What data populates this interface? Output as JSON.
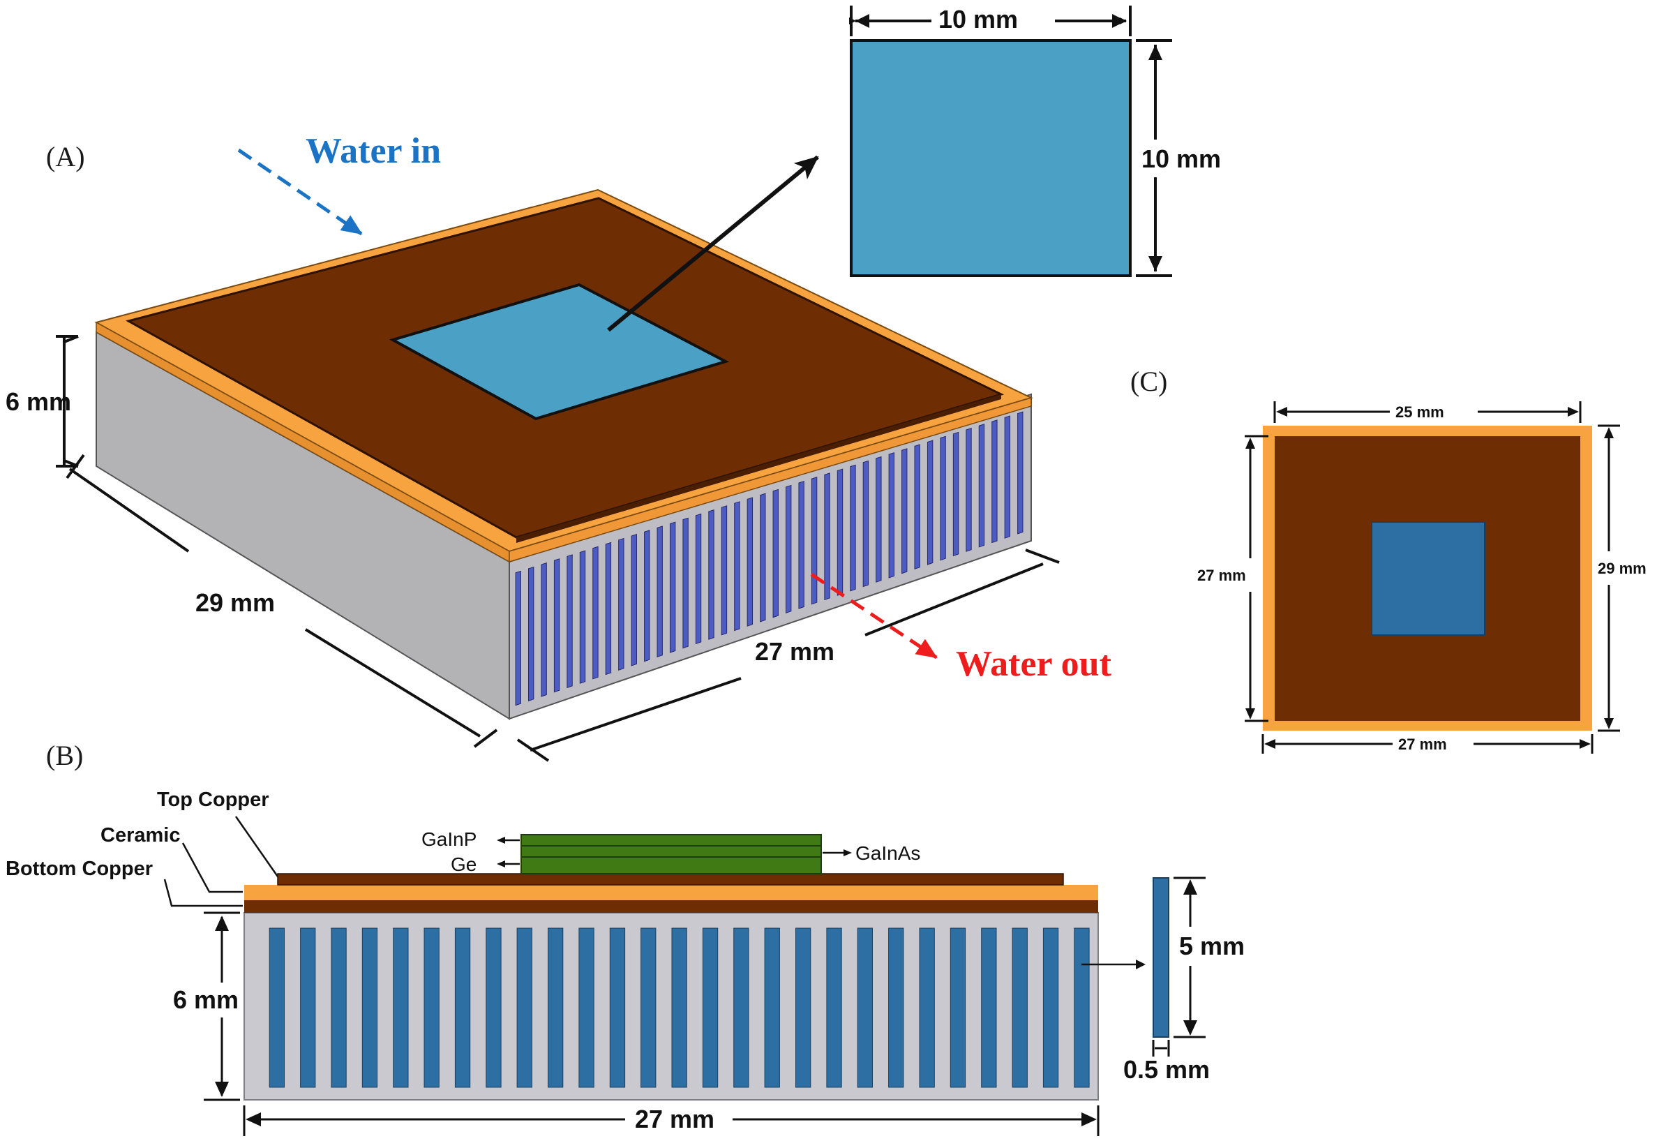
{
  "panels": {
    "a": "(A)",
    "b": "(B)",
    "c": "(C)"
  },
  "flow": {
    "water_in": "Water in",
    "water_out": "Water out"
  },
  "dimensions": {
    "chip_width": "10 mm",
    "chip_height": "10 mm",
    "sink_height": "6 mm",
    "sink_depth": "29 mm",
    "sink_width": "27 mm",
    "top_copper_width": "25 mm",
    "ceramic_height": "29 mm",
    "ceramic_width": "27 mm",
    "side_height": "27 mm",
    "section_height": "6 mm",
    "section_width": "27 mm",
    "channel_height": "5 mm",
    "channel_width": "0.5 mm"
  },
  "layers": {
    "top_copper": "Top Copper",
    "ceramic": "Ceramic",
    "bottom_copper": "Bottom Copper"
  },
  "cell": {
    "gainp": "GaInP",
    "ge": "Ge",
    "gainas": "GaInAs"
  },
  "colors": {
    "copper_dark": "#6e2d02",
    "ceramic_orange": "#f7a440",
    "chip_blue": "#4aa0c5",
    "channel_blue": "#2e6fa3",
    "channel_fin_blue": "#4d5cc2",
    "sink_grey": "#c9c9cf",
    "cell_green": "#3f7a14",
    "water_in_blue": "#1b73c6",
    "water_out_red": "#ee1c1c"
  }
}
